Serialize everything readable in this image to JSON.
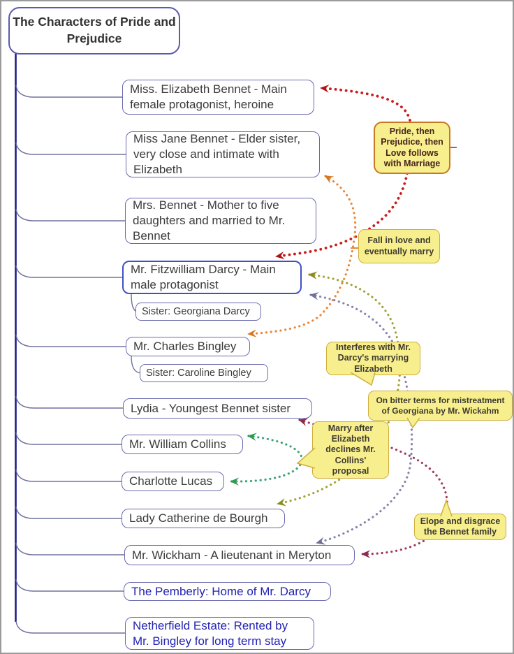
{
  "title": "The Characters of\nPride and Prejudice",
  "characters": [
    {
      "label": "Miss. Elizabeth Bennet - Main female protagonist, heroine"
    },
    {
      "label": "Miss Jane Bennet - Elder sister, very close and intimate with Elizabeth"
    },
    {
      "label": "Mrs. Bennet - Mother to five daughters and married to Mr. Bennet"
    },
    {
      "label": "Mr. Fitzwilliam Darcy - Main male protagonist"
    },
    {
      "label": "Sister: Georgiana Darcy"
    },
    {
      "label": "Mr. Charles Bingley"
    },
    {
      "label": "Sister: Caroline Bingley"
    },
    {
      "label": "Lydia - Youngest Bennet sister"
    },
    {
      "label": "Mr. William Collins"
    },
    {
      "label": "Charlotte Lucas"
    },
    {
      "label": "Lady Catherine de Bourgh"
    },
    {
      "label": "Mr. Wickham - A lieutenant in Meryton"
    },
    {
      "label": "The Pemberly: Home of Mr. Darcy"
    },
    {
      "label": "Netherfield Estate: Rented by Mr. Bingley for long term stay"
    }
  ],
  "annotations": [
    {
      "text": "Pride, then Prejudice, then Love follows with Marriage"
    },
    {
      "text": "Fall in love and eventually marry"
    },
    {
      "text": "Interferes with Mr. Darcy's marrying Elizabeth"
    },
    {
      "text": "On bitter terms for mistreatment of Georgiana by Mr. Wickahm"
    },
    {
      "text": "Marry after Elizabeth declines Mr. Collins' proposal"
    },
    {
      "text": "Elope and disgrace the Bennet family"
    }
  ],
  "links": [
    {
      "name": "elizabeth-darcy",
      "annotation": "Pride, then Prejudice, then Love follows with Marriage",
      "color": "#cb1b1b"
    },
    {
      "name": "jane-bingley",
      "annotation": "Fall in love and eventually marry",
      "color": "#e8883a"
    },
    {
      "name": "darcy-lady-catherine",
      "annotation": "Interferes with Mr. Darcy's marrying Elizabeth",
      "color": "#a3a238"
    },
    {
      "name": "darcy-wickham",
      "annotation": "On bitter terms for mistreatment of Georgiana by Mr. Wickahm",
      "color": "#8585ac"
    },
    {
      "name": "collins-charlotte",
      "annotation": "Marry after Elizabeth declines Mr. Collins' proposal",
      "color": "#3da376"
    },
    {
      "name": "lydia-wickham",
      "annotation": "Elope and disgrace the Bennet family",
      "color": "#a03a62"
    }
  ],
  "colors": {
    "trunk": "#1c1c8e",
    "branch": "#70709f",
    "node_border": "#6a6aae",
    "darcy_border": "#3f51c1",
    "node_text": "#3b3b3b",
    "place_text": "#2323b4",
    "label_bg": "#f7ef8e",
    "label_border": "#cfae3e",
    "pride_border": "#c87820",
    "canvas_border": "#9b9b9b"
  }
}
